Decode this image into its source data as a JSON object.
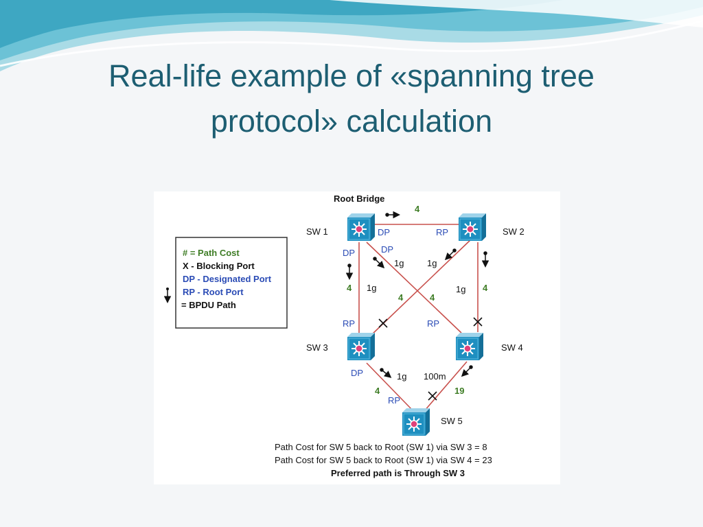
{
  "slide": {
    "title_line1": "Real-life example of «spanning tree",
    "title_line2": "protocol» calculation"
  },
  "diagram": {
    "root_bridge_label": "Root Bridge",
    "legend": {
      "path_cost": "# = Path Cost",
      "blocking": "X - Blocking Port",
      "designated": "DP - Designated Port",
      "root_port": "RP - Root Port",
      "bpdu": "= BPDU Path"
    },
    "switches": {
      "sw1": "SW 1",
      "sw2": "SW 2",
      "sw3": "SW 3",
      "sw4": "SW 4",
      "sw5": "SW 5"
    },
    "ports": {
      "sw1_right": "DP",
      "sw2_left": "RP",
      "sw1_down": "DP",
      "sw1_diag": "DP",
      "sw3_up": "RP",
      "sw4_up": "RP",
      "sw3_down": "DP",
      "sw5_up": "RP"
    },
    "costs": {
      "sw1_sw2": "4",
      "sw1_sw3": "4",
      "sw2_sw4": "4",
      "diag_left": "4",
      "diag_right": "4",
      "sw3_sw5": "4",
      "sw4_sw5": "19"
    },
    "speeds": {
      "diag_1": "1g",
      "diag_2": "1g",
      "sw1_sw3": "1g",
      "sw2_sw4": "1g",
      "sw3_sw5": "1g",
      "sw4_sw5": "100m"
    },
    "captions": {
      "line1": "Path Cost for SW  5 back to Root  (SW 1) via SW 3 = 8",
      "line2": "Path Cost for SW  5 back to Root  (SW 1) via SW 4 = 23",
      "line3": "Preferred path is Through SW   3"
    },
    "colors": {
      "link": "#c8504c",
      "port": "#2a4bb5",
      "cost": "#3f7d26",
      "switch": "#1e8fc0"
    }
  }
}
